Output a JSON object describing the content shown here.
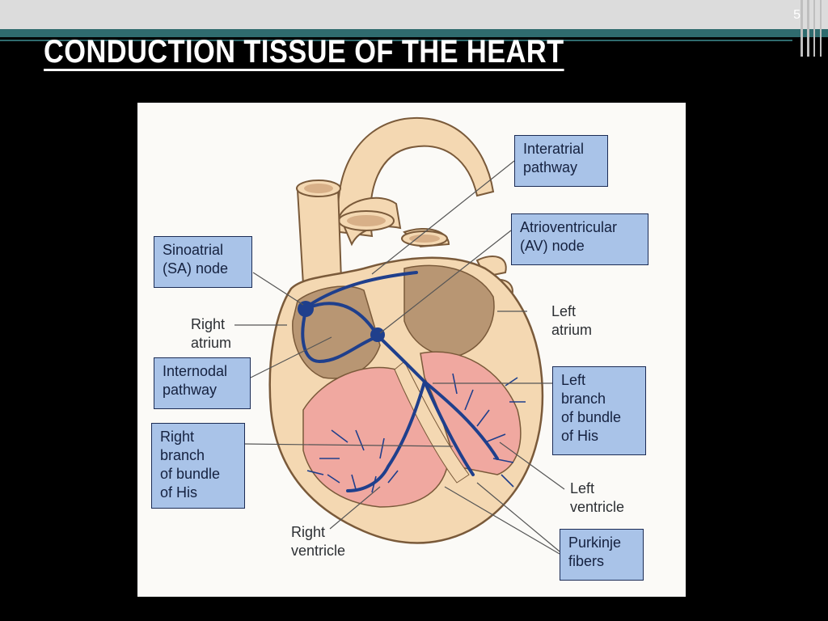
{
  "slide": {
    "number": "5",
    "title": "CONDUCTION TISSUE OF THE HEART"
  },
  "diagram": {
    "labels": {
      "interatrial": "Interatrial\npathway",
      "av_node": "Atrioventricular\n(AV) node",
      "sa_node": "Sinoatrial\n(SA) node",
      "right_atrium": "Right\natrium",
      "left_atrium": "Left\natrium",
      "internodal": "Internodal\npathway",
      "left_branch": "Left\nbranch\nof bundle\nof His",
      "right_branch": "Right\nbranch\nof bundle\nof His",
      "left_ventricle": "Left\nventricle",
      "right_ventricle": "Right\nventricle",
      "purkinje": "Purkinje\nfibers"
    },
    "colors": {
      "label_box": "#a9c3e8",
      "conduction": "#1f3f8c",
      "heart_wall": "#f4d8b2",
      "atria": "#b89673",
      "ventricles": "#f0a8a0",
      "title_text": "#ffffff",
      "header_band": "#2f6b6e"
    }
  }
}
